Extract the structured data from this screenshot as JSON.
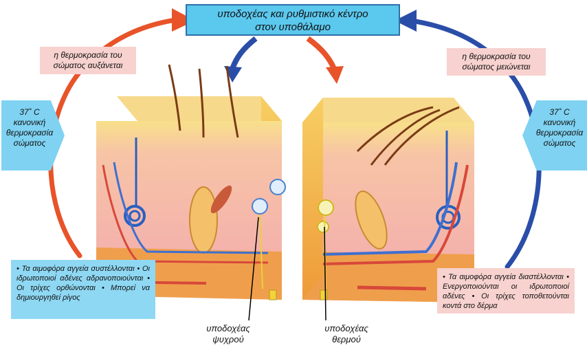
{
  "center_box": {
    "line1": "υποδοχέας και ρυθμιστικό κέντρο",
    "line2": "στον υποθάλαμο"
  },
  "left_panel": {
    "status": {
      "line1": "η θερμοκρασία του",
      "line2": "σώματος αυξάνεται"
    },
    "norm": {
      "line1": "37˚ C",
      "line2": "κανονική",
      "line3": "θερμοκρασία",
      "line4": "σώματος"
    },
    "responses": "• Τα αιμοφόρα αγγεία συστέλλονται • Οι ιδρωτοποιοί αδένες αδρανοποιούνται • Οι τρίχες ορθώνονται • Μπορεί να δημιουργηθεί ρίγος"
  },
  "right_panel": {
    "status": {
      "line1": "η θερμοκρασία του",
      "line2": "σώματος μειώνεται"
    },
    "norm": {
      "line1": "37˚ C",
      "line2": "κανονική",
      "line3": "θερμοκρασία",
      "line4": "σώματος"
    },
    "responses": "• Τα αιμοφόρα αγγεία διαστέλλονται • Ενεργοποιούνται οι ιδρωτοποιοί αδένες • Οι τρίχες τοποθετούνται κοντά στο δέρμα"
  },
  "captions": {
    "cold": {
      "line1": "υποδοχέας",
      "line2": "ψυχρού"
    },
    "warm": {
      "line1": "υποδοχέας",
      "line2": "θερμού"
    }
  },
  "colors": {
    "warm_arrow": "#e8532a",
    "cool_arrow": "#2a4ea8",
    "title_box": "#5bc8ee",
    "status_box": "#f7d2cf",
    "norm_box": "#7fd2f2",
    "skin_surface": "#f3d37a",
    "skin_dermis": "#f2b6b6",
    "skin_fat": "#f0a24a"
  }
}
